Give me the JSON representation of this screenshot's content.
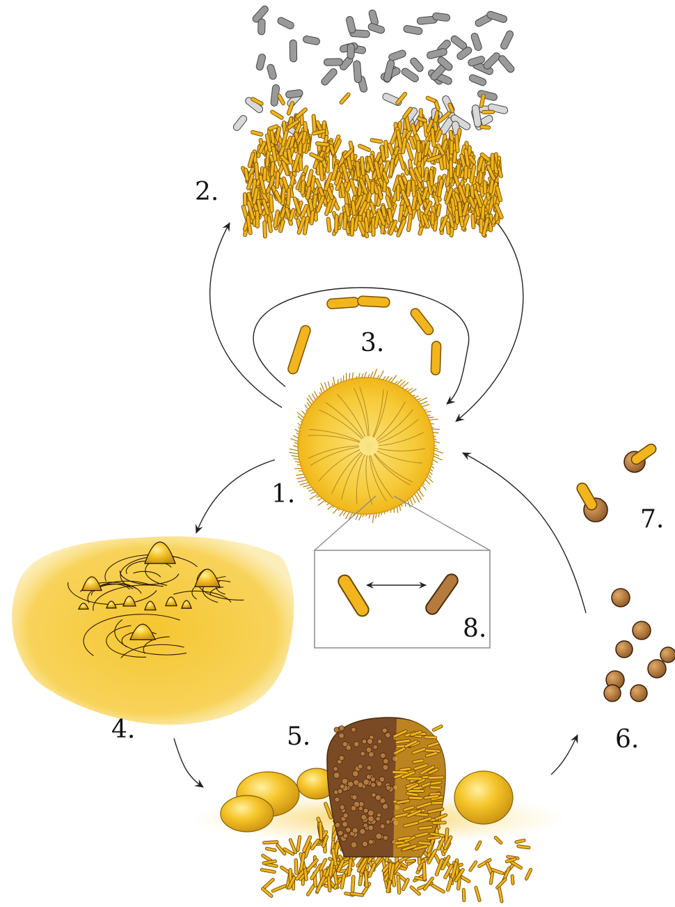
{
  "labels": {
    "step1": "1.",
    "step2": "2.",
    "step3": "3.",
    "step4": "4.",
    "step5": "5.",
    "step6": "6.",
    "step7": "7.",
    "step8": "8."
  },
  "colors": {
    "cell_yellow": "#f2b51e",
    "cell_outline": "#7a5200",
    "prey_gray": "#9a9a9a",
    "prey_outline": "#444444",
    "myxospore": "#b47a3e",
    "fruiting_body_brown": "#7a4a25",
    "swarm_light": "#f9d24a",
    "arrow": "#222222",
    "inset_border": "#888888"
  },
  "icons": {
    "swarm": "spreading-colony-disc",
    "predation": "rod-cells-attacking-prey",
    "division": "dividing-rod-cells",
    "aggregation": "aggregation-mounds",
    "fruiting": "fruiting-body",
    "spores": "myxospores",
    "germination": "germinating-spores",
    "inset": "cell-polarity-reversal"
  }
}
